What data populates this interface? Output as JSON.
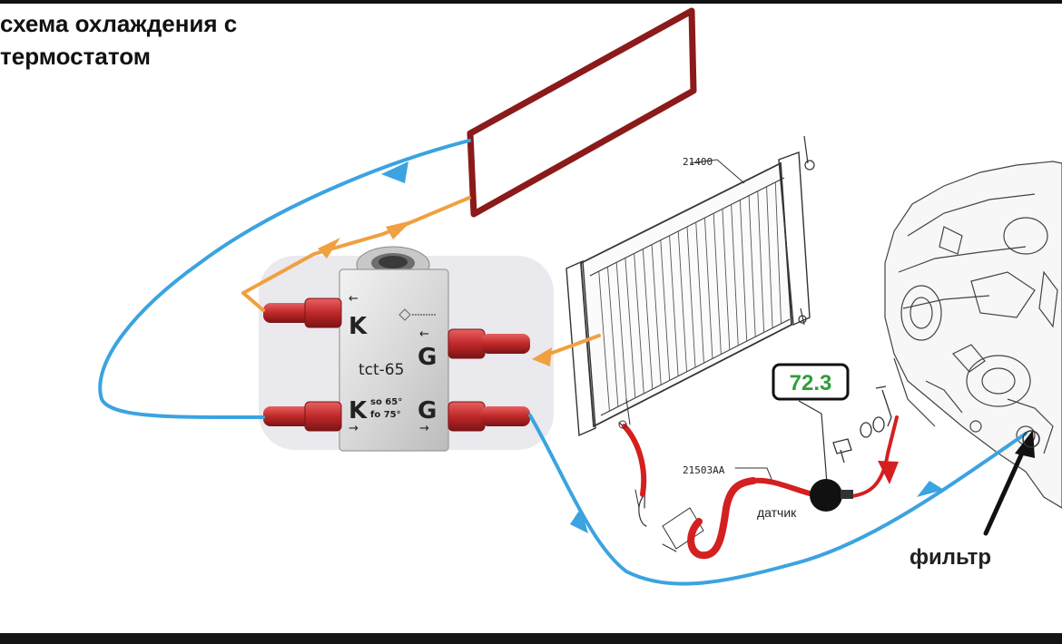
{
  "title": {
    "line1": "схема охлаждения с",
    "line2": "термостатом"
  },
  "thermostat": {
    "model": "tct-65",
    "port_top_left": "K",
    "port_top_right": "G",
    "port_bottom_left": "K",
    "port_bottom_right": "G",
    "temp_line1": "so 65°",
    "temp_line2": "fo 75°"
  },
  "radiator": {
    "part_number": "21400"
  },
  "hose": {
    "part_number": "21503AA"
  },
  "sensor": {
    "label": "датчик",
    "reading": "72.3"
  },
  "filter": {
    "label": "фильтр"
  },
  "colors": {
    "cold_flow": "#3ba3e0",
    "hot_flow": "#f0a040",
    "return_line": "#d42020",
    "cooler_frame": "#8b1a1a",
    "reading_text": "#2e9e3a",
    "anodized_fitting": "#c0282a"
  }
}
